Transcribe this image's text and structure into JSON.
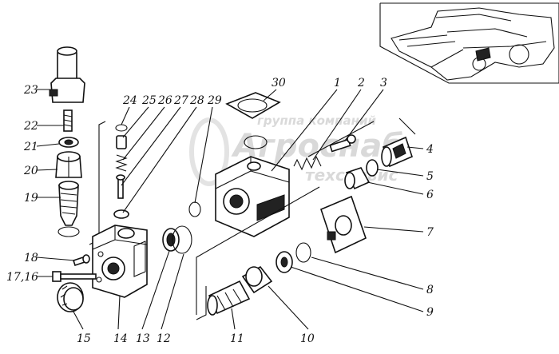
{
  "labels": {
    "n1": "1",
    "n2": "2",
    "n3": "3",
    "n4": "4",
    "n5": "5",
    "n6": "6",
    "n7": "7",
    "n8": "8",
    "n9": "9",
    "n10": "10",
    "n11": "11",
    "n12": "12",
    "n13": "13",
    "n14": "14",
    "n15": "15",
    "n17_16": "17,16",
    "n18": "18",
    "n19": "19",
    "n20": "20",
    "n21": "21",
    "n22": "22",
    "n23": "23",
    "n24": "24",
    "n25": "25",
    "n26": "26",
    "n27": "27",
    "n28": "28",
    "n29": "29",
    "n30": "30"
  },
  "watermark": {
    "line1": "группа компаний",
    "line2": "Агроснаб",
    "line3": "техсервис"
  }
}
